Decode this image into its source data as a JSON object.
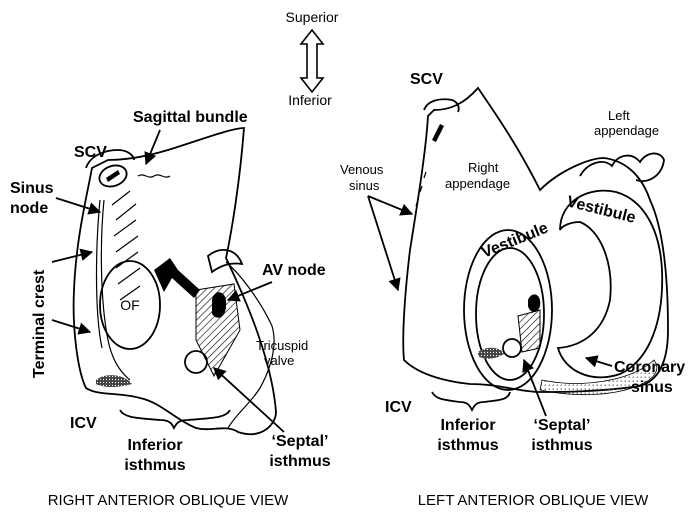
{
  "orientation": {
    "top": "Superior",
    "bottom": "Inferior"
  },
  "left_view": {
    "caption": "RIGHT ANTERIOR OBLIQUE VIEW",
    "labels": {
      "sagittal_bundle": "Sagittal bundle",
      "scv": "SCV",
      "sinus_node_1": "Sinus",
      "sinus_node_2": "node",
      "terminal_crest": "Terminal crest",
      "of": "OF",
      "av_node": "AV node",
      "tricuspid_1": "Tricuspid",
      "tricuspid_2": "valve",
      "icv": "ICV",
      "inferior_isthmus_1": "Inferior",
      "inferior_isthmus_2": "isthmus",
      "septal_isthmus_1": "‘Septal’",
      "septal_isthmus_2": "isthmus"
    }
  },
  "right_view": {
    "caption": "LEFT ANTERIOR OBLIQUE VIEW",
    "labels": {
      "scv": "SCV",
      "left_appendage_1": "Left",
      "left_appendage_2": "appendage",
      "venous_sinus_1": "Venous",
      "venous_sinus_2": "sinus",
      "right_appendage_1": "Right",
      "right_appendage_2": "appendage",
      "vestibule_1": "Vestibule",
      "vestibule_2": "Vestibule",
      "coronary_sinus_1": "Coronary",
      "coronary_sinus_2": "sinus",
      "icv": "ICV",
      "inferior_isthmus_1": "Inferior",
      "inferior_isthmus_2": "isthmus",
      "septal_isthmus_1": "‘Septal’",
      "septal_isthmus_2": "isthmus"
    }
  },
  "colors": {
    "ink": "#000000",
    "background": "#ffffff",
    "stipple": "#9a9a9a"
  }
}
